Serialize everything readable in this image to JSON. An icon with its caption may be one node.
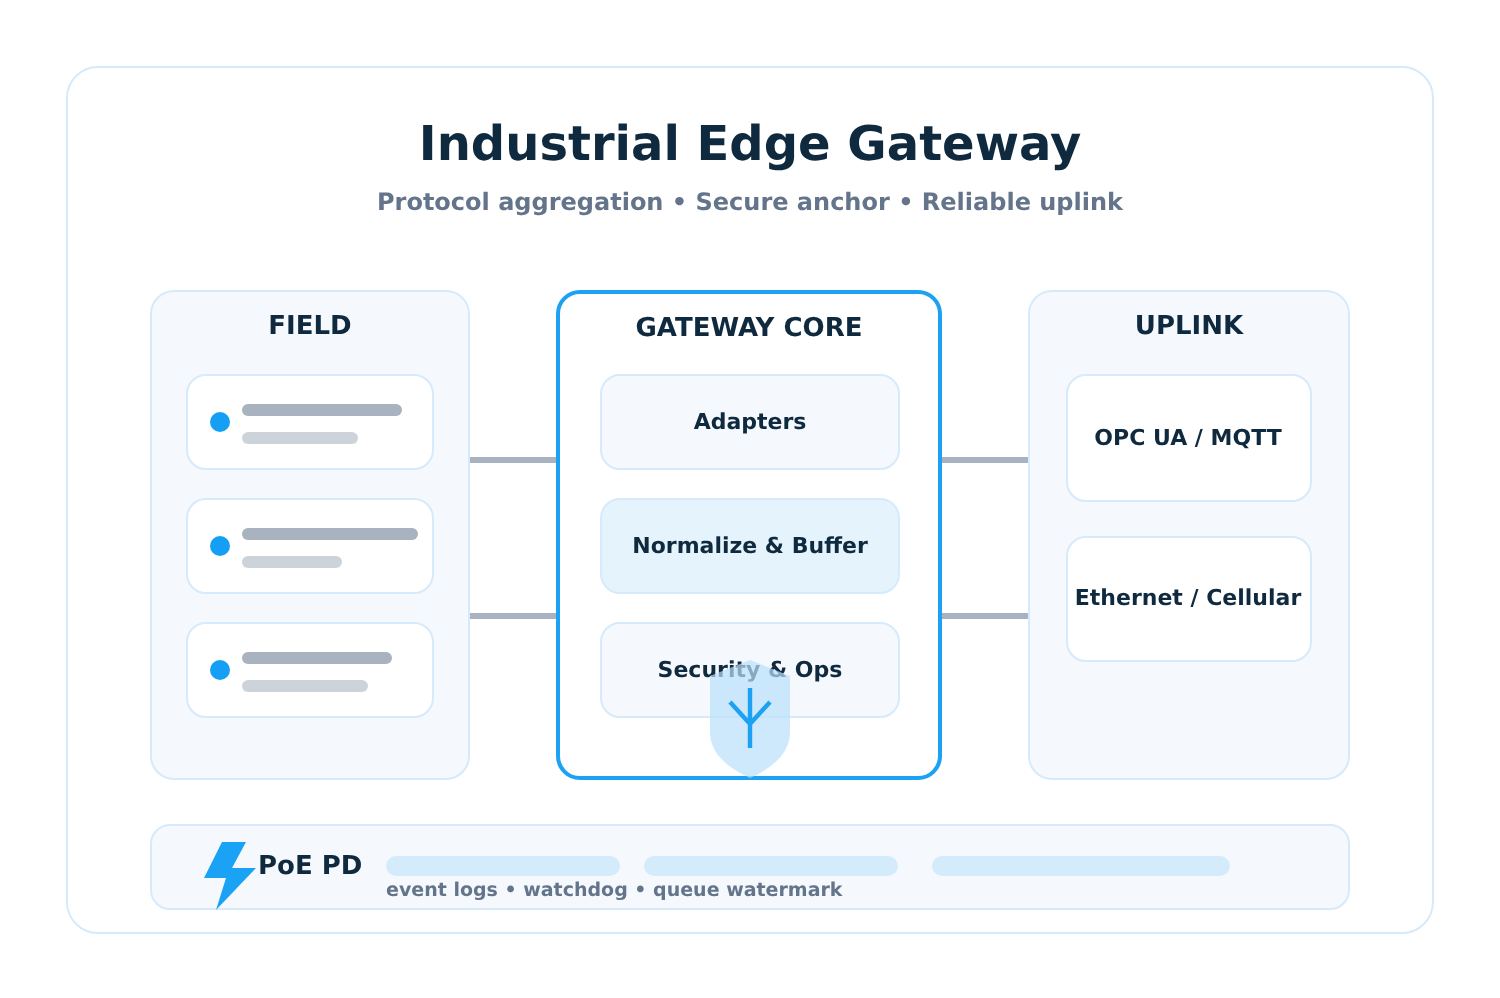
{
  "diagram": {
    "title": "Industrial Edge Gateway",
    "nodes": [
      {
        "text": [
          "FIELD"
        ]
      },
      {
        "text": [],
        "shape": "box",
        "in": 0
      },
      {
        "text": [],
        "shape": "box",
        "in": 0
      },
      {
        "text": [],
        "shape": "box",
        "in": 0
      },
      {
        "text": [
          "GATEWAY CORE"
        ]
      },
      {
        "text": [
          "Adapters"
        ],
        "in": 4
      },
      {
        "text": [
          "Normalize & Buffer"
        ],
        "in": 4
      },
      {
        "text": [
          "Security & Ops"
        ],
        "in": 4
      },
      {
        "text": [
          "UPLINK"
        ]
      },
      {
        "text": [
          "OPC UA / MQTT"
        ],
        "in": 8
      },
      {
        "text": [
          "Ethernet / Cellular"
        ],
        "in": 8
      },
      {
        "text": [
          "PoE PD",
          "event logs • watchdog • queue watermark"
        ]
      }
    ],
    "edges": [
      {
        "from": 0,
        "to": 4,
        "arrow": "none"
      },
      {
        "from": 0,
        "to": 4,
        "arrow": "none"
      },
      {
        "from": 4,
        "to": 8,
        "arrow": "none"
      },
      {
        "from": 4,
        "to": 8,
        "arrow": "none"
      }
    ],
    "labels": [
      "Protocol aggregation • Secure anchor • Reliable uplink"
    ]
  }
}
